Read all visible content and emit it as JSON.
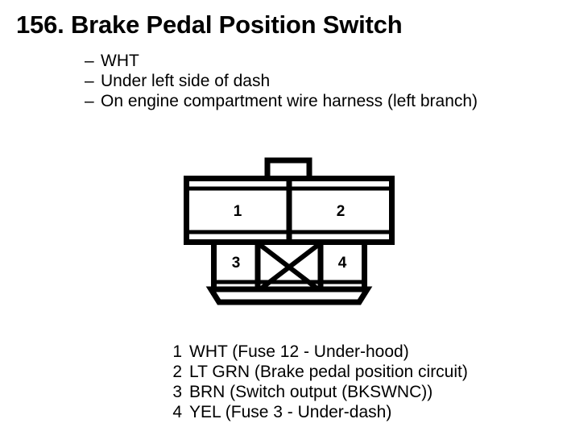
{
  "title": "156. Brake Pedal Position Switch",
  "notes": {
    "dash": "–",
    "items": [
      "WHT",
      "Under left side of dash",
      "On engine compartment wire harness (left branch)"
    ]
  },
  "connector": {
    "name": "4-way connector face view",
    "top_tab_label": "locking-tab",
    "cells": [
      {
        "id": "cell-1",
        "label": "1",
        "row": "top",
        "blocked": false
      },
      {
        "id": "cell-2",
        "label": "2",
        "row": "top",
        "blocked": false
      },
      {
        "id": "cell-3",
        "label": "3",
        "row": "bottom",
        "blocked": false
      },
      {
        "id": "cell-blocked",
        "label": "",
        "row": "bottom",
        "blocked": true
      },
      {
        "id": "cell-4",
        "label": "4",
        "row": "bottom",
        "blocked": false
      }
    ]
  },
  "legend": {
    "rows": [
      {
        "pin": "1",
        "desc": "WHT (Fuse 12 - Under-hood)"
      },
      {
        "pin": "2",
        "desc": "LT GRN (Brake pedal position circuit)"
      },
      {
        "pin": "3",
        "desc": "BRN (Switch output (BKSWNC))"
      },
      {
        "pin": "4",
        "desc": "YEL (Fuse 3 - Under-dash)"
      }
    ]
  },
  "colors": {
    "ink": "#000000",
    "paper": "#ffffff"
  }
}
